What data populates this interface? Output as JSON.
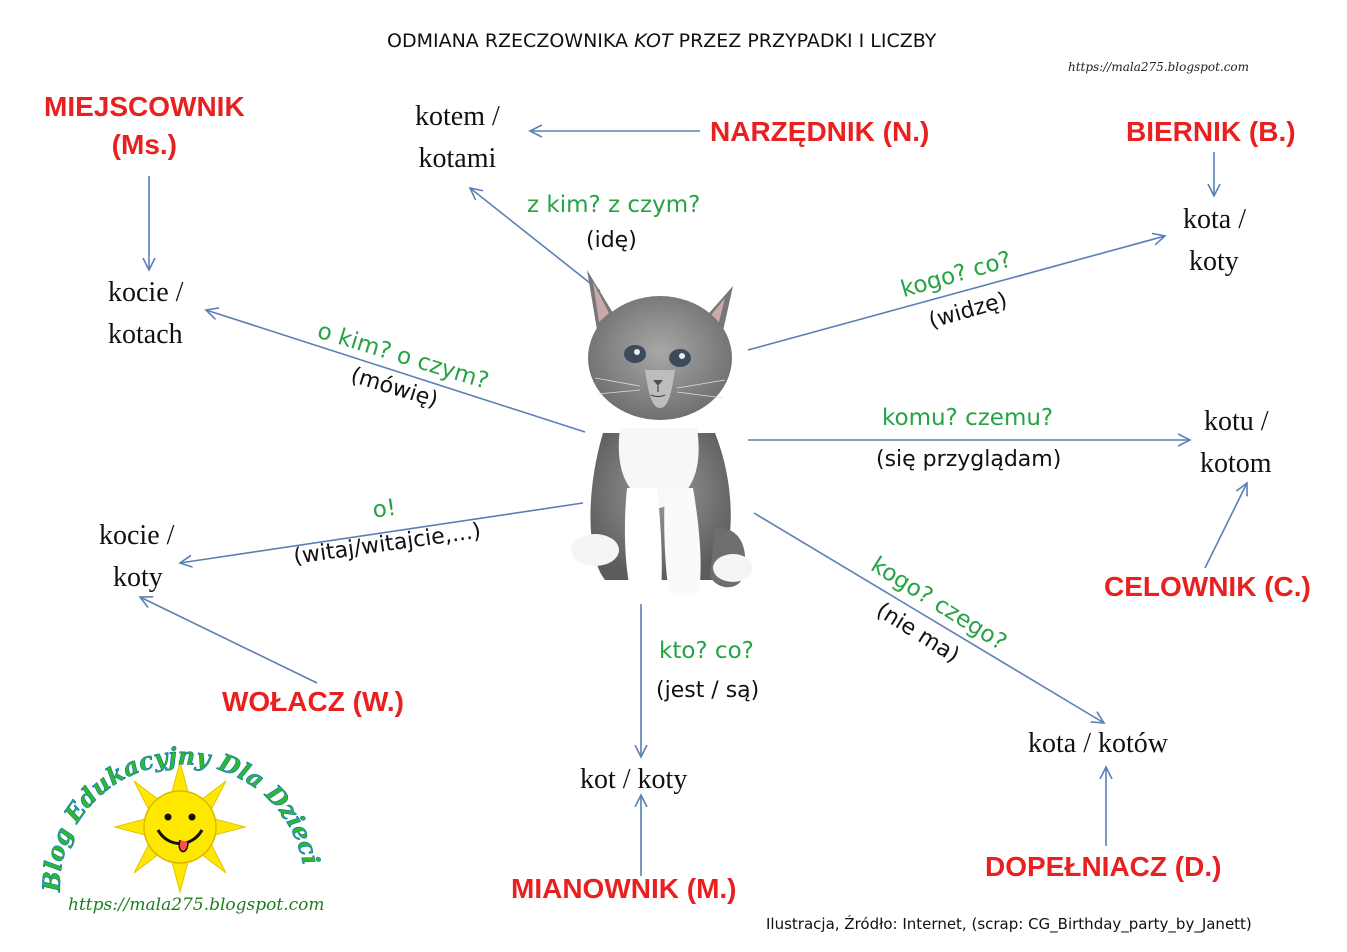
{
  "title": {
    "before": "ODMIANA RZECZOWNIKA ",
    "emph": "KOT",
    "after": " PRZEZ PRZYPADKI I LICZBY"
  },
  "url_top": "https://mala275.blogspot.com",
  "cases": {
    "miejscownik": {
      "name_1": "MIEJSCOWNIK",
      "name_2": "(Ms.)",
      "form_1": "kocie  /",
      "form_2": "kotach",
      "question": "o kim? o czym?",
      "context": "(mówię)"
    },
    "narzednik": {
      "name": "NARZĘDNIK (N.)",
      "form_1": "kotem   /",
      "form_2": "kotami",
      "question": "z kim? z czym?",
      "context": "(idę)"
    },
    "biernik": {
      "name": "BIERNIK (B.)",
      "form_1": "kota  /",
      "form_2": "koty",
      "question": "kogo? co?",
      "context": "(widzę)"
    },
    "celownik": {
      "name": "CELOWNIK (C.)",
      "form_1": "kotu  /",
      "form_2": "kotom",
      "question": "komu? czemu?",
      "context": "(się przyglądam)"
    },
    "wolacz": {
      "name": "WOŁACZ (W.)",
      "form_1": "kocie  /",
      "form_2": "koty",
      "question": "o!",
      "context": "(witaj/witajcie,...)"
    },
    "mianownik": {
      "name": "MIANOWNIK (M.)",
      "form": "kot / koty",
      "question": "kto? co?",
      "context": "(jest / są)"
    },
    "dopelniacz": {
      "name": "DOPEŁNIACZ (D.)",
      "form": "kota / kotów",
      "question": "kogo? czego?",
      "context": "(nie ma)"
    }
  },
  "logo": {
    "text": "Blog Edukacyjny Dla Dzieci",
    "url": "https://mala275.blogspot.com"
  },
  "credit": "Ilustracja, Źródło: Internet, (scrap: CG_Birthday_party_by_Janett)",
  "colors": {
    "case": "#e8201f",
    "question": "#26a345",
    "arrow": "#5b7fb5"
  }
}
